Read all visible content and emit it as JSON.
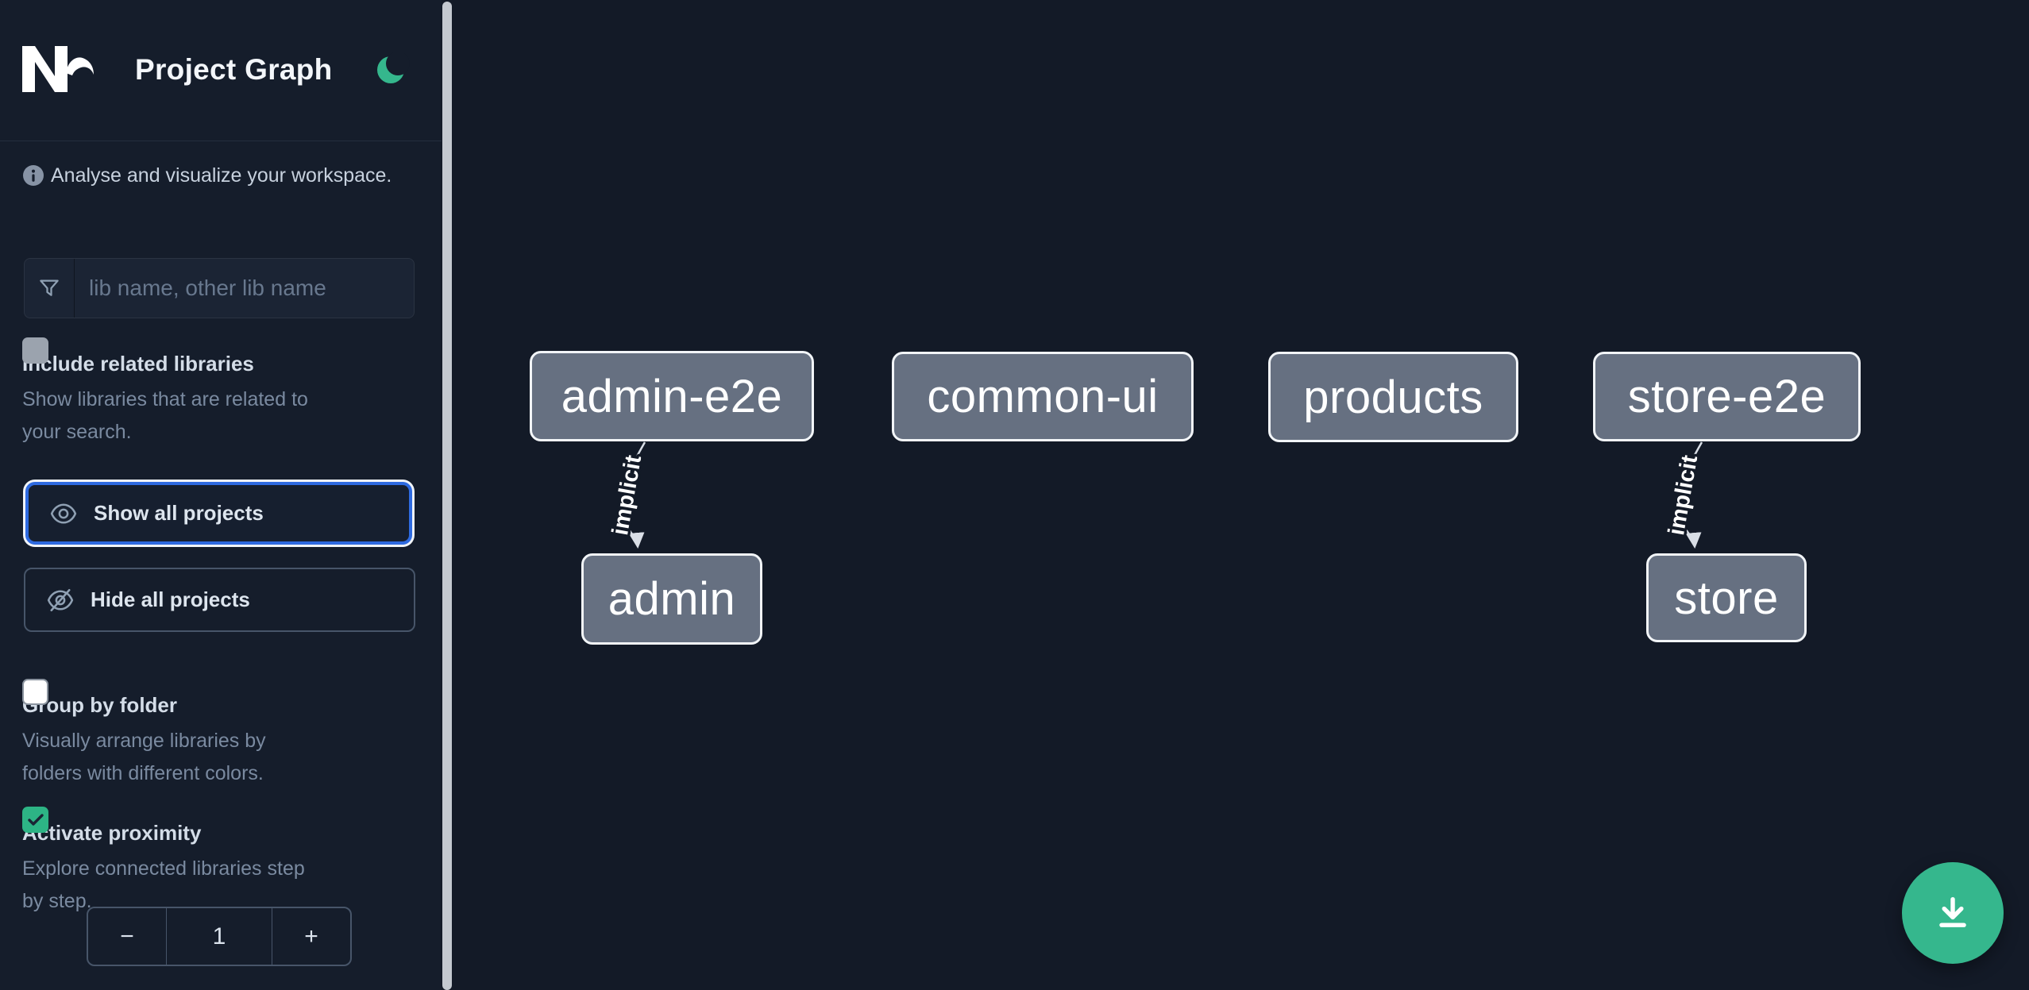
{
  "header": {
    "app_name": "Nx",
    "title": "Project Graph"
  },
  "icons": {
    "logo": "nx-logo",
    "theme_toggle": "moon",
    "info": "info-circle-filled",
    "search": "funnel",
    "show_all": "eye",
    "hide_all": "eye-slash",
    "checked": "checkmark",
    "download": "download-tray"
  },
  "sidebar": {
    "info_text": "Analyse and visualize your workspace.",
    "search": {
      "placeholder": "lib name, other lib name"
    },
    "include_related": {
      "label": "Include related libraries",
      "checked": false,
      "description_lines": [
        "Show libraries that are related to",
        "your search."
      ]
    },
    "show_all_button": {
      "label": "Show all projects",
      "focused": true
    },
    "hide_all_button": {
      "label": "Hide all projects"
    },
    "group_by_folder": {
      "label": "Group by folder",
      "checked": false,
      "description_lines": [
        "Visually arrange libraries by",
        "folders with different colors."
      ]
    },
    "activate_proximity": {
      "label": "Activate proximity",
      "checked": true,
      "description_lines": [
        "Explore connected libraries step",
        "by step."
      ]
    },
    "proximity_stepper": {
      "decrement_label": "−",
      "value": "1",
      "increment_label": "+"
    }
  },
  "graph": {
    "nodes": [
      {
        "label": "admin-e2e"
      },
      {
        "label": "common-ui"
      },
      {
        "label": "products"
      },
      {
        "label": "store-e2e"
      },
      {
        "label": "admin"
      },
      {
        "label": "store"
      }
    ],
    "edges": [
      {
        "source": "admin-e2e",
        "target": "admin",
        "label": "implicit"
      },
      {
        "source": "store-e2e",
        "target": "store",
        "label": "implicit"
      }
    ]
  },
  "colors": {
    "sidebar_background": "#151d2b",
    "canvas_background": "#131a27",
    "accent_green": "#35b78d",
    "checkbox_green": "#2db485",
    "focus_blue": "#2e6ae0",
    "node_fill": "#667081",
    "node_border": "#f2f5f8",
    "edge": "#d9dee6"
  },
  "fab": {
    "action": "download"
  }
}
